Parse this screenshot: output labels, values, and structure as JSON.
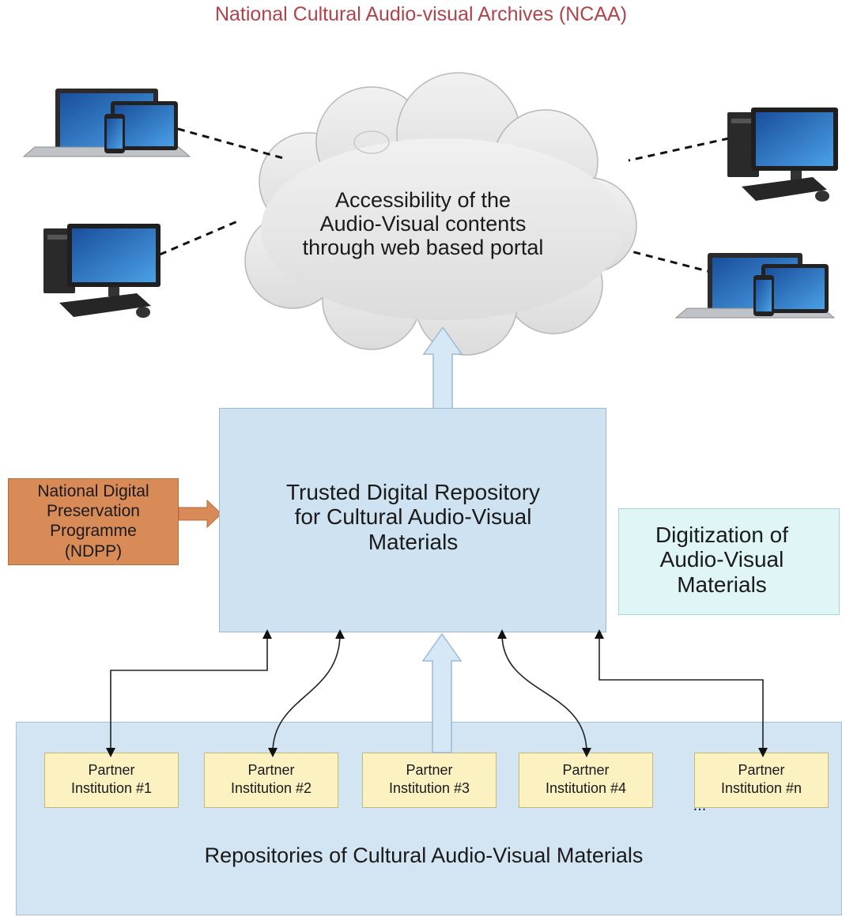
{
  "title": "National Cultural Audio-visual Archives (NCAA)",
  "cloud": {
    "lines": [
      "Accessibility of the",
      "Audio-Visual contents",
      "through web based portal"
    ]
  },
  "repository": {
    "lines": [
      "Trusted Digital Repository",
      "for Cultural Audio-Visual",
      "Materials"
    ]
  },
  "ndpp": {
    "lines": [
      "National Digital",
      "Preservation",
      "Programme",
      "(NDPP)"
    ]
  },
  "digitization": {
    "lines": [
      "Digitization of",
      "Audio-Visual",
      "Materials"
    ]
  },
  "repositories_label": "Repositories of Cultural Audio-Visual Materials",
  "partners": [
    {
      "line1": "Partner",
      "line2": "Institution #1"
    },
    {
      "line1": "Partner",
      "line2": "Institution #2"
    },
    {
      "line1": "Partner",
      "line2": "Institution #3"
    },
    {
      "line1": "Partner",
      "line2": "Institution #4"
    },
    {
      "line1": "Partner",
      "line2": "Institution #n"
    }
  ],
  "ellipsis": "...",
  "devices": [
    {
      "icon": "laptop-tablet-phone-icon"
    },
    {
      "icon": "desktop-computer-icon"
    },
    {
      "icon": "desktop-computer-icon"
    },
    {
      "icon": "laptop-tablet-phone-icon"
    }
  ],
  "colors": {
    "title": "#b0434a",
    "cloud": "#e7e7e7",
    "repository": "#cfe2f1",
    "ndpp": "#d88a57",
    "digitization": "#dff5f6",
    "partner": "#fbf1c1",
    "bottom": "#d3e4f2"
  }
}
